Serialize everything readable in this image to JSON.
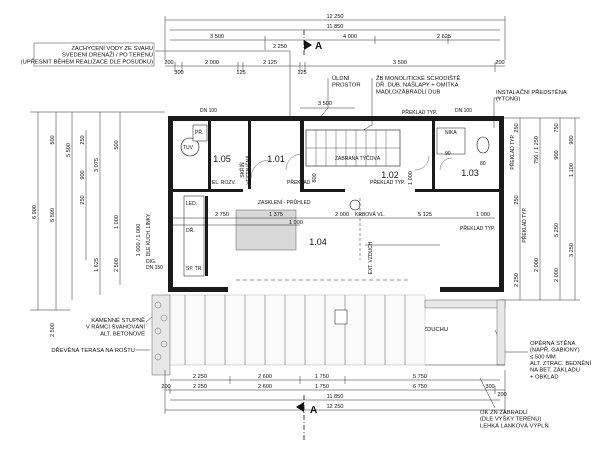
{
  "dims": {
    "top_total_a": "12 250",
    "top_total_b": "11 850",
    "top_row3": [
      "3 500",
      "4 000",
      "2 625",
      "2 250"
    ],
    "top_row4": [
      "200",
      "300",
      "2 000",
      "125",
      "2 125",
      "125",
      "3 500",
      "200"
    ],
    "top_mid": "3 500",
    "bottom_row1": [
      "2 250",
      "2 600",
      "1 750",
      "5 750"
    ],
    "bottom_row2": [
      "200",
      "2 250",
      "2 600",
      "1 750",
      "6 750",
      "300",
      "200"
    ],
    "bottom_total_a": "11 850",
    "bottom_total_b": "12 250",
    "left_outer": "6 900",
    "left_a": [
      "5 500",
      "3 075",
      "1 625"
    ],
    "left_b": [
      "500",
      "5 500",
      "250",
      "900",
      "250",
      "1 000 / 1 000",
      "2 500"
    ],
    "left_c": [
      "500",
      "1 000",
      "2 500"
    ],
    "right_a": [
      "250",
      "750 / 1 250",
      "900",
      "1 100",
      "3 250",
      "2 000",
      "2 250"
    ],
    "right_b": [
      "750",
      "900",
      "250",
      "5 250",
      "2 000"
    ],
    "interior": [
      "2 750",
      "1 375",
      "1 000",
      "2 000",
      "5 125",
      "1 000"
    ],
    "lintel_dims": [
      "800",
      "1 000"
    ]
  },
  "notes": {
    "zachyceni": "ZACHYCENÍ VODY ZE SVAHU\nSVEDENÍ DRENÁŽÍ / PO TERÉNU\n(UPŘESNIT BĚHEM REALIZACE DLE POSUDKU)",
    "uldni": "ÚLDNÍ\nPROSTOR",
    "zb": "ŽB MONOLITICKÉ SCHODIŠTĚ\nDŘ. DUB. NÁŠLAPY + OMÍTKA\nMADLO/ZÁBRADLÍ DUB",
    "instalacni": "INSTALAČNÍ PŘEDSTĚNA\n(YTONG)",
    "kamenne": "KAMENNÉ STUPNĚ\nV RÁMCI SVAHOVÁNÍ\nALT. BETONOVÉ",
    "terasa": "DŘEVĚNÁ TERASA NA ROŠTU",
    "privod": "EXT. PŘÍVOD VZDUCHU",
    "operna": "OPĚRNÁ STĚNA\n(NAPŘ. GABIONY)\n≤ 500 MM\nALT. ZTRAC. BEDNĚNÍ\nNA BET. ZÁKLADU\n+ OBKLAD",
    "ok": "OK ZN ZÁBRADLÍ\n(DLE VÝŠKY TERÉNU)\nLEHKÁ LANKOVÁ VÝPLŇ"
  },
  "labels": {
    "dn100_left": "DN 100",
    "dn100_right": "DN 100",
    "preklad_typ_top": "PŘEKLAD TYP.",
    "preklad_typ_side": "PŘEKLAD TYP.",
    "preklad_typ_right": "PŘEKLAD TYP.",
    "preklad_typ_mid": "PŘEKLAD TYP.",
    "preklad_a": "PŘEKLAD",
    "preklad_b": "PŘEKLAD TYP.",
    "zabrana": "ZÁBRANA TYČOVÁ",
    "el_rozv": "EL. ROZV.",
    "skrin": "SKŘÍŇ\nVESTAVĚNÁ",
    "zaskleni": "ZASKLENÍ - PRŮHLED",
    "krbova": "KRBOVÁ VL.",
    "ext_vzduch": "EXT. VZDUCH",
    "led": "LED.",
    "dr": "DŘ.",
    "sp_tr": "SP. TR.",
    "dig": "DIG.\nDN 150",
    "dle_linky": "DLE KUCH. LINKY",
    "tuv": "TUV",
    "pr": "PŘ.",
    "nika": "NIKA",
    "nika_dim": "90",
    "wc_label": "80"
  },
  "rooms": {
    "r105": "1.05",
    "r101": "1.01",
    "r102": "1.02",
    "r103": "1.03",
    "r104": "1.04"
  },
  "section_marks": {
    "top": "A",
    "bottom": "A"
  }
}
